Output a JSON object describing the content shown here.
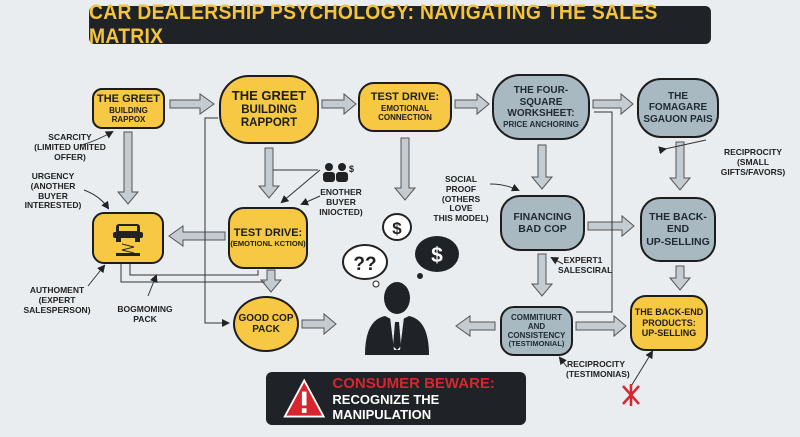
{
  "title": "CAR DEALERSHIP PSYCHOLOGY: NAVIGATING THE SALES MATRIX",
  "colors": {
    "yellow": "#f6c844",
    "gray": "#a9b9c2",
    "dark": "#1f2226",
    "red": "#d7262f"
  },
  "nodes": {
    "greet_small": {
      "line1": "THE GREET",
      "line2": "BUILDING RAPPOX"
    },
    "greet_big": {
      "line1": "THE GREET",
      "line2": "BUILDING RAPPORT"
    },
    "test_drive_top": {
      "line1": "TEST DRIVE:",
      "line2": "EMOTIONAL CONNECTION"
    },
    "four_square": {
      "line1": "THE FOUR-SQUARE",
      "line2": "WORKSHEET:",
      "line3": "PRICE ANCHORING"
    },
    "fomagare": {
      "line1": "THE FOMAGARE",
      "line2": "SGAUON PAIS"
    },
    "car_box": {
      "icon": "car-on-lift-icon"
    },
    "test_drive_mid": {
      "line1": "TEST DRIVE:",
      "line2": "(EMOTIONL KCTION)"
    },
    "financing": {
      "line1": "FINANCING",
      "line2": "BAD COP"
    },
    "back_end_upsell": {
      "line1": "THE BACK-END",
      "line2": "UP-SELLING"
    },
    "good_cop": {
      "line1": "GOOD COP",
      "line2": "PACK"
    },
    "commitment": {
      "line1": "COMMITIURT AND",
      "line2": "CONSISTENCY",
      "line3": "(TESTIMONIAL)"
    },
    "back_end_products": {
      "line1": "THE BACK-END",
      "line2": "PRODUCTS:",
      "line3": "UP-SELLING"
    }
  },
  "labels": {
    "scarcity": {
      "line1": "SCARCITY",
      "line2": "(LIMITED UMITED",
      "line3": "OFFER)"
    },
    "urgency": {
      "line1": "URGENCY",
      "line2": "(ANOTHER BUYER",
      "line3": "INTERESTED)"
    },
    "authority": {
      "line1": "AUTHOMENT",
      "line2": "(EXPERT SALESPERSON)"
    },
    "bogmoming": {
      "line1": "BOGMOMING",
      "line2": "PACK"
    },
    "another_buyer": {
      "line1": "ENOTHER",
      "line2": "BUYER INIOCTED)"
    },
    "social_proof": {
      "line1": "SOCIAL PROOF",
      "line2": "(OTHERS LOVE",
      "line3": "THIS MODEL)"
    },
    "expert": {
      "line1": "EXPERT1",
      "line2": "SALESCIRAL"
    },
    "reciprocity_top": {
      "line1": "RECIPROCITY",
      "line2": "(SMALL GIFTS/FAVORS)"
    },
    "reciprocity_bottom": {
      "line1": "RECIPROCITY",
      "line2": "(TESTIMONIAS)"
    }
  },
  "thoughts": {
    "q": "??",
    "dollar1": "$",
    "dollar2": "$"
  },
  "banner": {
    "line1": "CONSUMER BEWARE:",
    "line2": "RECOGNIZE THE MANIPULATION",
    "icon": "warning-icon"
  }
}
